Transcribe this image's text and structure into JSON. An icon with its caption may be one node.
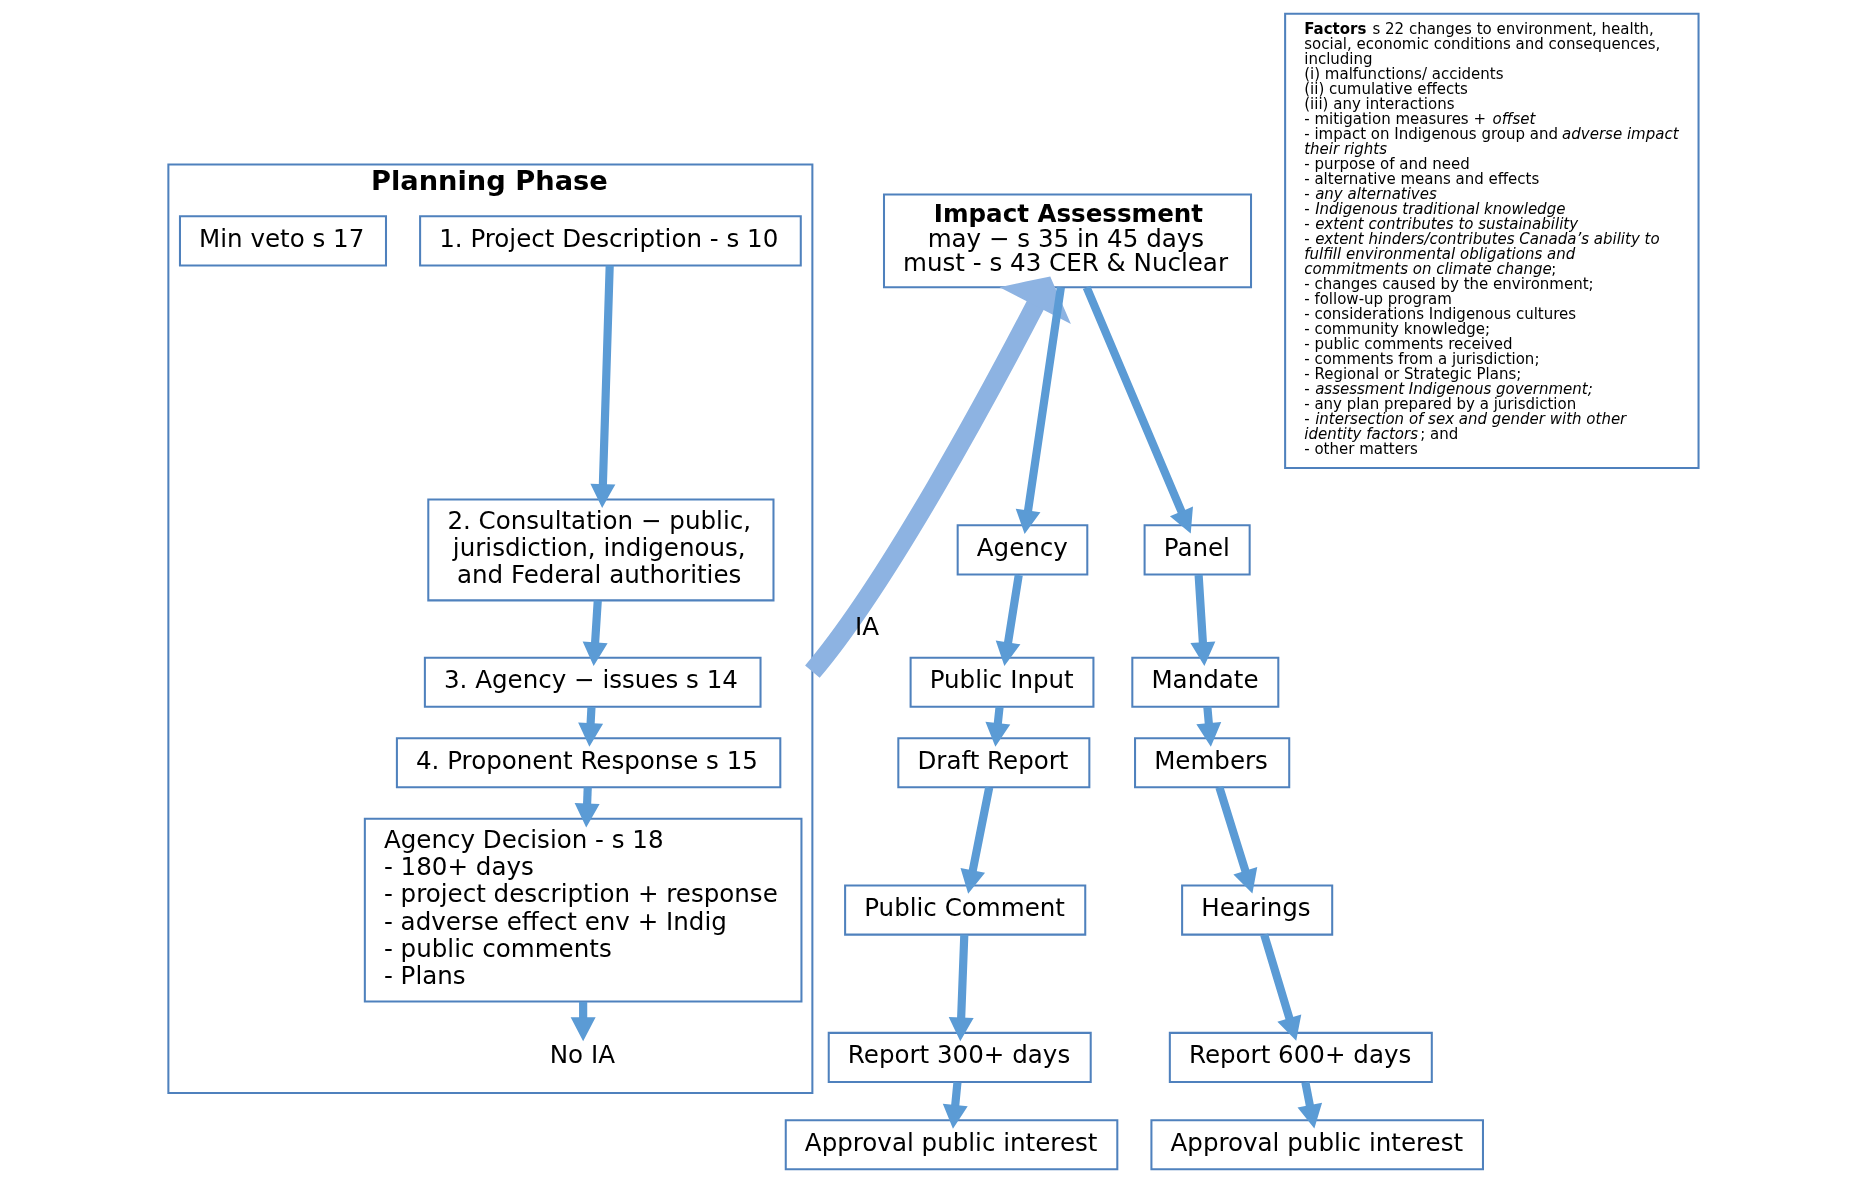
{
  "diagram": {
    "nodes": [
      {
        "text": [
          "Planning Phase"
        ]
      },
      {
        "text": [
          "1. Project Description - s 10"
        ],
        "in": 0
      },
      {
        "text": [
          "2. Consultation − public, jurisdiction, indigenous, and Federal authorities"
        ],
        "in": 0
      },
      {
        "text": [
          "3. Agency − issues s 14"
        ],
        "in": 0
      },
      {
        "text": [
          "4. Proponent Response s 15"
        ],
        "in": 0
      },
      {
        "text": [
          "Agency Decision - s 18",
          "- 180+ days",
          "- project description + response",
          "- adverse effect env + Indig",
          "- public comments",
          "- Plans"
        ],
        "in": 0
      },
      {
        "text": [
          "Min veto s 17"
        ],
        "in": 0
      },
      {
        "text": [
          "No IA"
        ],
        "in": 0
      },
      {
        "text": [
          "Impact Assessment",
          "may − s 35 in 45 days",
          "must - s 43 CER & Nuclear"
        ]
      },
      {
        "text": [
          "Agency"
        ]
      },
      {
        "text": [
          "Public Input"
        ]
      },
      {
        "text": [
          "Draft Report"
        ]
      },
      {
        "text": [
          "Public Comment"
        ]
      },
      {
        "text": [
          "Report 300+ days"
        ]
      },
      {
        "text": [
          "Approval public interest"
        ]
      },
      {
        "text": [
          "**Factors** s 22 changes to environment, health, social, economic conditions and consequences, including",
          "(i) malfunctions/ accidents",
          "(ii) cumulative effects",
          "(iii) any interactions",
          "- mitigation measures + *offset*",
          "- impact on Indigenous group and *adverse impact their rights*",
          "- purpose of and need",
          "- alternative means and effects",
          "- *any alternatives*",
          "- *Indigenous traditional knowledge*",
          "- *extent contributes to sustainability*",
          "- *extent hinders/contributes Canada’s ability to fulfill environmental obligations and commitments on climate change*;",
          "- changes caused by the environment;",
          "- follow-up program",
          "- considerations Indigenous cultures",
          "- community knowledge;",
          "- public comments received",
          "- comments from a jurisdiction;",
          "- Regional or Strategic Plans;",
          "- *assessment Indigenous government;*",
          "- any plan prepared by a jurisdiction",
          "- *intersection of sex and gender with other identity factors*; and",
          "- other matters"
        ]
      },
      {
        "text": [
          "Panel"
        ]
      },
      {
        "text": [
          "Mandate"
        ]
      },
      {
        "text": [
          "Members"
        ]
      },
      {
        "text": [
          "Hearings"
        ]
      },
      {
        "text": [
          "Report 600+ days"
        ]
      },
      {
        "text": [
          "Approval public interest"
        ]
      }
    ],
    "edges": [
      {
        "from": 1,
        "to": 2,
        "arrow": "to"
      },
      {
        "from": 2,
        "to": 3,
        "arrow": "to"
      },
      {
        "from": 3,
        "to": 4,
        "arrow": "to"
      },
      {
        "from": 4,
        "to": 5,
        "arrow": "to"
      },
      {
        "from": 5,
        "to": 7,
        "arrow": "to"
      },
      {
        "from": 0,
        "to": 8,
        "arrow": "to",
        "label": "IA",
        "style": "thick"
      },
      {
        "from": 8,
        "to": 9,
        "arrow": "to"
      },
      {
        "from": 9,
        "to": 10,
        "arrow": "to"
      },
      {
        "from": 10,
        "to": 11,
        "arrow": "to"
      },
      {
        "from": 11,
        "to": 12,
        "arrow": "to"
      },
      {
        "from": 12,
        "to": 13,
        "arrow": "to"
      },
      {
        "from": 13,
        "to": 14,
        "arrow": "to"
      },
      {
        "from": 8,
        "to": 16,
        "arrow": "to"
      },
      {
        "from": 16,
        "to": 17,
        "arrow": "to"
      },
      {
        "from": 17,
        "to": 18,
        "arrow": "to"
      },
      {
        "from": 18,
        "to": 19,
        "arrow": "to"
      },
      {
        "from": 19,
        "to": 20,
        "arrow": "to"
      },
      {
        "from": 20,
        "to": 21,
        "arrow": "to"
      }
    ]
  }
}
